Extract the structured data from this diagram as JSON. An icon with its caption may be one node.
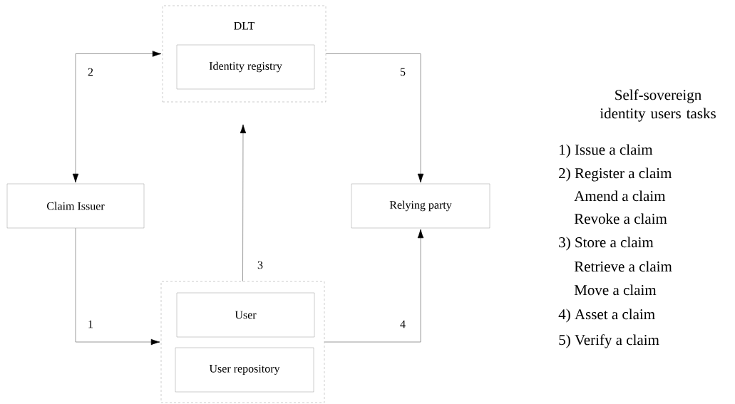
{
  "diagram": {
    "nodes": [
      {
        "text": [
          "DLT"
        ]
      },
      {
        "text": [
          "Identity registry"
        ],
        "in": 0
      },
      {
        "text": [
          "Claim Issuer"
        ]
      },
      {
        "text": [
          "Relying party"
        ]
      },
      {
        "text": [],
        "shape": "box"
      },
      {
        "text": [
          "User"
        ],
        "in": 4
      },
      {
        "text": [
          "User repository"
        ],
        "in": 4
      }
    ],
    "edges": [
      {
        "from": 2,
        "to": 0,
        "arrow": "both",
        "label": "2"
      },
      {
        "from": 0,
        "to": 3,
        "arrow": "to",
        "label": "5"
      },
      {
        "from": 2,
        "to": 4,
        "arrow": "to",
        "label": "1"
      },
      {
        "from": 4,
        "to": 3,
        "arrow": "to",
        "label": "4"
      },
      {
        "from": 4,
        "to": null,
        "arrow": "to",
        "label": "3"
      }
    ],
    "labels": [
      "Self-sovereign identity users tasks",
      "1) Issue a claim",
      "2) Register a claim",
      "Amend a claim",
      "Revoke a claim",
      "3) Store a claim",
      "Retrieve a claim",
      "Move a claim",
      "4) Asset a claim",
      "5) Verify a claim"
    ]
  }
}
